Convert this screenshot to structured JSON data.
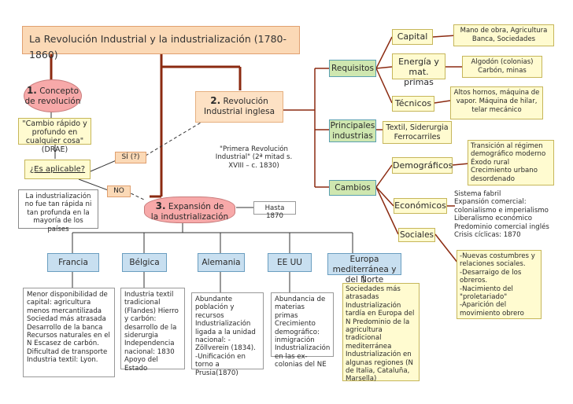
{
  "title": "La Revolución Industrial y la industrialización (1780-1860)",
  "concepto": {
    "num": "1.",
    "label": "Concepto",
    "sub": "de revolución"
  },
  "quote": "\"Cambio rápido y profundo en cualquier cosa\" (DRAE)",
  "aplicable": "¿Es aplicable?",
  "si": "SÍ (?)",
  "no": "NO",
  "no_text": "La industrialización no fue tan rápida ni tan profunda en la mayoría de los países",
  "inglesa": {
    "num": "2.",
    "label": "Revolución",
    "sub": "Industrial inglesa"
  },
  "primera": "\"Primera Revolución Industrial\" (2ª mitad s. XVIII – c. 1830)",
  "expansion": {
    "num": "3.",
    "label": "Expansión de",
    "sub": "la industrialización"
  },
  "hasta": "Hasta 1870",
  "requisitos": "Requisitos",
  "principales": "Principales industrias",
  "cambios": "Cambios",
  "capital": "Capital",
  "capital_desc": "Mano de obra, Agricultura Banca, Sociedades",
  "energia": "Energía y mat. primas",
  "energia_desc": "Algodón (colonias) Carbón, minas",
  "tecnicos": "Técnicos",
  "tecnicos_desc": "Altos hornos, máquina de vapor. Máquina de hilar, telar mecánico",
  "textil": "Textil, Siderurgia Ferrocarriles",
  "demograficos": "Demográficos",
  "demograficos_desc": [
    "Transición al régimen demográfico moderno",
    "Éxodo rural",
    "Crecimiento urbano desordenado"
  ],
  "economicos": "Económicos",
  "economicos_desc": [
    "Sistema fabril",
    "Expansión comercial: colonialismo e imperialismo",
    "Liberalismo económico",
    "Predominio comercial inglés",
    "Crisis cíclicas: 1870"
  ],
  "sociales": "Sociales",
  "sociales_desc": [
    "-Nuevas costumbres y relaciones sociales.",
    "-Desarraigo de los obreros.",
    "-Nacimiento del \"proletariado\"",
    "-Aparición del movimiento obrero"
  ],
  "countries": [
    {
      "name": "Francia",
      "desc": "Menor disponibilidad de capital: agricultura menos mercantilizada Sociedad más atrasada Desarrollo de la banca Recursos naturales en el N Escasez de carbón. Dificultad de transporte Industria textil: Lyon."
    },
    {
      "name": "Bélgica",
      "desc": "Industria textil tradicional (Flandes) Hierro y carbón: desarrollo de la siderurgia Independencia nacional: 1830 Apoyo del Estado"
    },
    {
      "name": "Alemania",
      "desc": "Abundante población y recursos Industrialización ligada a la unidad nacional: -Zöllverein (1834). -Unificación en torno a Prusia(1870)"
    },
    {
      "name": "EE UU",
      "desc": "Abundancia de materias primas Crecimiento demográfico: inmigración Industrialización en las ex-colonias del NE"
    },
    {
      "name": "Europa mediterránea y del Norte",
      "desc": "Sociedades más atrasadas Industrialización tardía en Europa del N Predominio de la agricultura tradicional mediterránea Industrialización en algunas regiones (N de Italia, Cataluña, Marsella)"
    }
  ]
}
